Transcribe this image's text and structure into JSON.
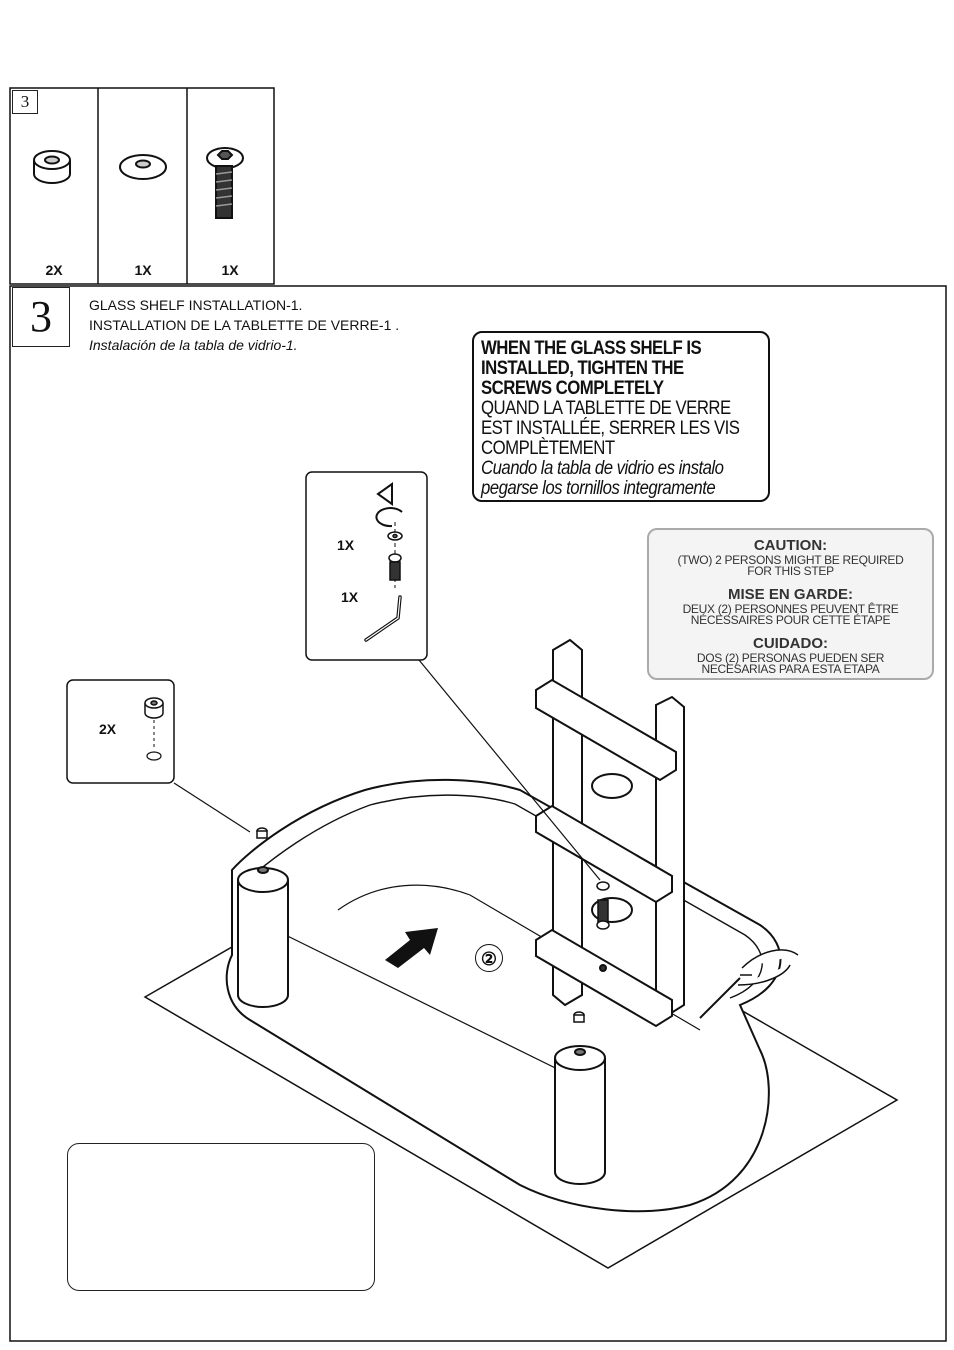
{
  "parts_box": {
    "step_number": "3",
    "parts": [
      {
        "name": "spacer",
        "qty": "2X"
      },
      {
        "name": "washer",
        "qty": "1X"
      },
      {
        "name": "screw",
        "qty": "1X"
      }
    ]
  },
  "step": {
    "number": "3",
    "title_en": "GLASS SHELF INSTALLATION-1.",
    "title_fr": "INSTALLATION DE LA TABLETTE DE VERRE-1 .",
    "title_es": "Instalación de la tabla de vidrio-1."
  },
  "warning": {
    "en_1": "WHEN THE GLASS SHELF IS",
    "en_2": "INSTALLED, TIGHTEN THE",
    "en_3": "SCREWS COMPLETELY",
    "fr_1": "QUAND LA TABLETTE DE VERRE",
    "fr_2": "EST INSTALLÉE, SERRER LES VIS",
    "fr_3": "COMPLÈTEMENT",
    "es_1": "Cuando la tabla de vidrio es instalo",
    "es_2": "pegarse los tornillos integramente"
  },
  "caution": {
    "heading_en": "CAUTION:",
    "text_en_1": "(TWO) 2 PERSONS MIGHT BE REQUIRED",
    "text_en_2": "FOR THIS STEP",
    "heading_fr": "MISE EN GARDE:",
    "text_fr_1": "DEUX (2) PERSONNES PEUVENT ÊTRE",
    "text_fr_2": "NÉCESSAIRES POUR CETTE ÉTAPE",
    "heading_es": "CUIDADO:",
    "text_es_1": "DOS (2) PERSONAS PUEDEN SER",
    "text_es_2": "NECESARIAS PARA ESTA ETAPA"
  },
  "callouts": {
    "screw_detail_qty_washer": "1X",
    "screw_detail_qty_key": "1X",
    "spacer_detail_qty": "2X",
    "position_marker": "②"
  },
  "colors": {
    "line": "#111111",
    "caution_bg": "#f4f4f4"
  }
}
